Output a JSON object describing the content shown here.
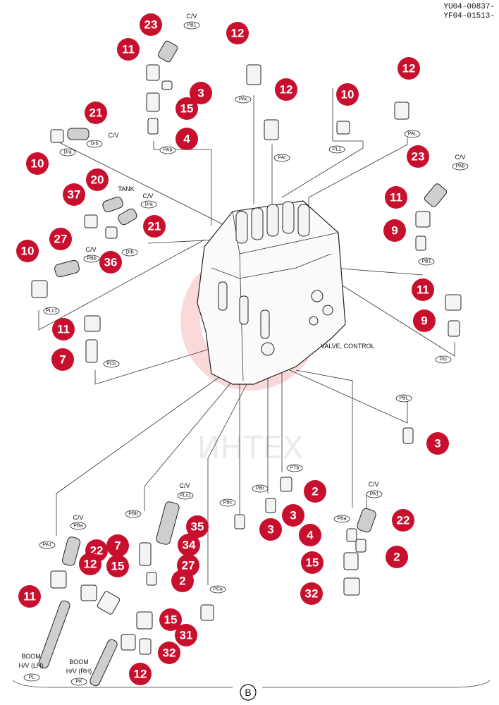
{
  "doc_ids": [
    "YU04-00837-",
    "YF04-01513-"
  ],
  "valve_label": "VALVE, CONTROL",
  "section_marker": "B",
  "watermark_text": "ИНТЕХ",
  "labels": {
    "tank": "TANK",
    "cv": "C/V",
    "boom_lh": [
      "BOOM",
      "H/V (LH)"
    ],
    "boom_rh": [
      "BOOM",
      "H/V (RH)"
    ]
  },
  "ports": [
    "PB1",
    "PAc",
    "PAr",
    "PL1",
    "PAL",
    "PAb",
    "Drb",
    "Dra",
    "PAb",
    "Dra",
    "Drb",
    "PBb",
    "PLc1",
    "PB1",
    "PCb",
    "Pis",
    "PBL",
    "PTb",
    "PBr",
    "PBc",
    "PBb",
    "PBa",
    "PA1",
    "PLc1",
    "PA1",
    "PBa",
    "PCa",
    "PL",
    "PK"
  ],
  "callouts": [
    "23",
    "11",
    "3",
    "15",
    "4",
    "12",
    "12",
    "12",
    "10",
    "21",
    "10",
    "20",
    "37",
    "21",
    "27",
    "10",
    "36",
    "23",
    "11",
    "9",
    "11",
    "9",
    "11",
    "7",
    "3",
    "2",
    "3",
    "3",
    "4",
    "22",
    "2",
    "15",
    "32",
    "35",
    "34",
    "27",
    "2",
    "22",
    "7",
    "12",
    "15",
    "11",
    "15",
    "31",
    "32",
    "12"
  ],
  "colors": {
    "callout": "#c8102e"
  }
}
